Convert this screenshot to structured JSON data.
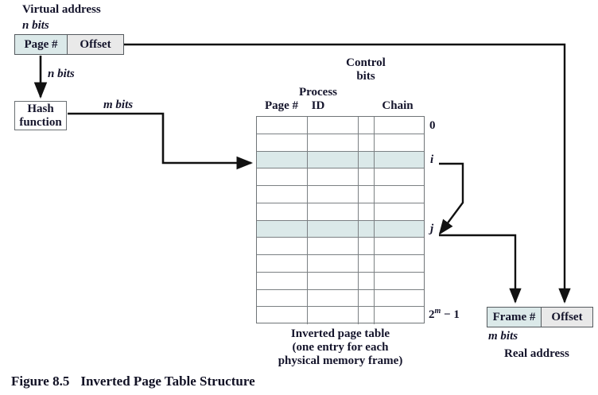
{
  "figure": {
    "number": "Figure 8.5",
    "title": "Inverted Page Table Structure"
  },
  "virtual_address": {
    "title": "Virtual address",
    "bits_label": "n bits",
    "page_field": "Page #",
    "offset_field": "Offset",
    "page_fill": "#dbe9e9",
    "offset_fill": "#e9e9e9"
  },
  "hash": {
    "input_bits_label": "n bits",
    "line1": "Hash",
    "line2": "function",
    "output_bits_label": "m bits"
  },
  "table": {
    "control_bits_line1": "Control",
    "control_bits_line2": "bits",
    "columns": [
      {
        "name": "page-number",
        "label": "Page #"
      },
      {
        "name": "process-id",
        "label_line1": "Process",
        "label_line2": "ID"
      },
      {
        "name": "control-bits",
        "label": ""
      },
      {
        "name": "chain",
        "label": "Chain"
      }
    ],
    "row_count": 12,
    "highlight_rows": [
      2,
      6
    ],
    "highlight_color": "#dbe9e9",
    "index_first": "0",
    "index_i": "i",
    "index_j": "j",
    "index_last_base": "2",
    "index_last_exp": "m",
    "index_last_tail": "− 1",
    "caption_line1": "Inverted page table",
    "caption_line2": "(one entry for each",
    "caption_line3": "physical memory frame)"
  },
  "real_address": {
    "frame_field": "Frame #",
    "offset_field": "Offset",
    "bits_label": "m bits",
    "title": "Real address",
    "frame_fill": "#dbe9e9",
    "offset_fill": "#e9e9e9"
  }
}
